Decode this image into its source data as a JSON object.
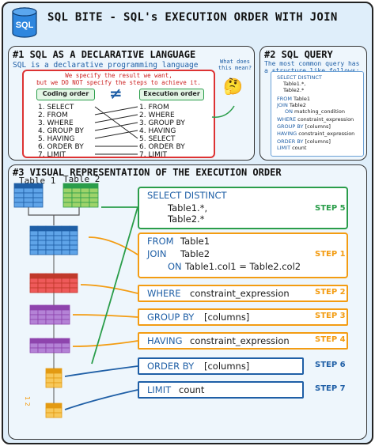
{
  "header": {
    "logo_text": "SQL",
    "title": "SQL BITE - SQL's EXECUTION ORDER WITH JOIN"
  },
  "section1": {
    "heading": "#1 SQL AS A DECLARATIVE LANGUAGE",
    "subtitle": "SQL is a declarative programming language",
    "thought": "What does this mean?",
    "emoji": "🤔",
    "note_line1": "We specify the result we want,",
    "note_line2": "but we DO NOT specify the steps to achieve it.",
    "coding_label": "Coding order",
    "neq": "≠",
    "exec_label": "Execution order",
    "coding_order": [
      "1. SELECT",
      "2. FROM",
      "3. WHERE",
      "4. GROUP BY",
      "5. HAVING",
      "6. ORDER BY",
      "7. LIMIT"
    ],
    "execution_order": [
      "1. FROM",
      "2. WHERE",
      "3. GROUP BY",
      "4. HAVING",
      "5. SELECT",
      "6. ORDER BY",
      "7. LIMIT"
    ]
  },
  "section2": {
    "heading": "#2 SQL QUERY",
    "subtitle_line1": "The most common query has",
    "subtitle_line2": "a structure like follows:",
    "query": [
      {
        "kw": "SELECT DISTINCT",
        "rest": ""
      },
      {
        "kw": "",
        "rest": "Table1.*,"
      },
      {
        "kw": "",
        "rest": "Table2.*"
      },
      {
        "kw": "FROM",
        "rest": "Table1"
      },
      {
        "kw": "JOIN",
        "rest": "Table2"
      },
      {
        "kw": "ON",
        "rest": "matching_condition"
      },
      {
        "kw": "WHERE",
        "rest": "constraint_expression"
      },
      {
        "kw": "GROUP BY",
        "rest": "[columns]"
      },
      {
        "kw": "HAVING",
        "rest": "constraint_expression"
      },
      {
        "kw": "ORDER BY",
        "rest": "[columns]"
      },
      {
        "kw": "LIMIT",
        "rest": "count"
      }
    ]
  },
  "section3": {
    "heading": "#3 VISUAL REPRESENTATION OF THE EXECUTION ORDER",
    "table1": "Table 1",
    "table2": "Table 2",
    "limit_marker": "1 2",
    "select_kw": "SELECT DISTINCT",
    "select_line1": "Table1.*,",
    "select_line2": "Table2.*",
    "from_kw": "FROM",
    "from_val": "Table1",
    "join_kw": "JOIN",
    "join_val": "Table2",
    "on_kw": "ON",
    "on_val": "Table1.col1 = Table2.col2",
    "where_kw": "WHERE",
    "where_val": "constraint_expression",
    "groupby_kw": "GROUP BY",
    "groupby_val": "[columns]",
    "having_kw": "HAVING",
    "having_val": "constraint_expression",
    "orderby_kw": "ORDER BY",
    "orderby_val": "[columns]",
    "limit_kw": "LIMIT",
    "limit_val": "count",
    "steps": [
      "STEP 5",
      "STEP 1",
      "STEP 2",
      "STEP 3",
      "STEP 4",
      "STEP 6",
      "STEP 7"
    ]
  },
  "colors": {
    "green": "#2a9d4a",
    "orange": "#f39c12",
    "blue": "#1f5fa6",
    "red": "#d33",
    "purple": "#8e44ad",
    "navy": "#1f5fa6"
  }
}
